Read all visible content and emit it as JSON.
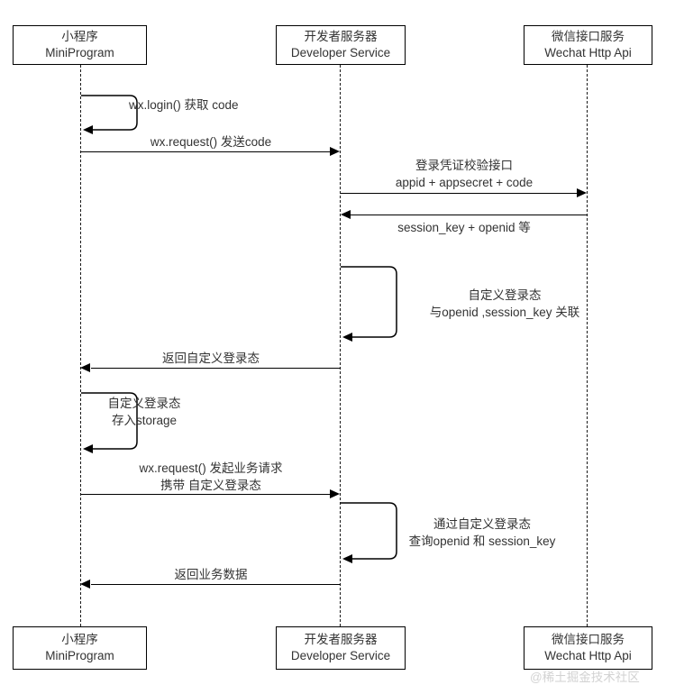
{
  "diagram": {
    "type": "sequence-diagram",
    "title": "WeChat MiniProgram Login Sequence",
    "stroke_color": "#000000",
    "text_color": "#333333",
    "background": "#ffffff"
  },
  "participants": [
    {
      "id": "miniprogram",
      "name_cn": "小程序",
      "name_en": "MiniProgram"
    },
    {
      "id": "developer_service",
      "name_cn": "开发者服务器",
      "name_en": "Developer Service"
    },
    {
      "id": "wechat_api",
      "name_cn": "微信接口服务",
      "name_en": "Wechat Http Api"
    }
  ],
  "messages": [
    {
      "index": 1,
      "kind": "self",
      "from": "miniprogram",
      "to": "miniprogram",
      "line1": "wx.login() 获取 code",
      "line2": ""
    },
    {
      "index": 2,
      "kind": "call",
      "direction": "right",
      "from": "miniprogram",
      "to": "developer_service",
      "line1": "wx.request() 发送code",
      "line2": ""
    },
    {
      "index": 3,
      "kind": "call",
      "direction": "right",
      "from": "developer_service",
      "to": "wechat_api",
      "line1": "登录凭证校验接口",
      "line2": "appid + appsecret + code"
    },
    {
      "index": 4,
      "kind": "return",
      "direction": "left",
      "from": "wechat_api",
      "to": "developer_service",
      "line1": "session_key + openid 等",
      "line2": ""
    },
    {
      "index": 5,
      "kind": "self",
      "from": "developer_service",
      "to": "developer_service",
      "line1": "自定义登录态",
      "line2": "与openid ,session_key 关联"
    },
    {
      "index": 6,
      "kind": "return",
      "direction": "left",
      "from": "developer_service",
      "to": "miniprogram",
      "line1": "返回自定义登录态",
      "line2": ""
    },
    {
      "index": 7,
      "kind": "self",
      "from": "miniprogram",
      "to": "miniprogram",
      "line1": "自定义登录态",
      "line2": "存入storage"
    },
    {
      "index": 8,
      "kind": "call",
      "direction": "right",
      "from": "miniprogram",
      "to": "developer_service",
      "line1": "wx.request() 发起业务请求",
      "line2": "携带 自定义登录态"
    },
    {
      "index": 9,
      "kind": "self",
      "from": "developer_service",
      "to": "developer_service",
      "line1": "通过自定义登录态",
      "line2": "查询openid 和 session_key"
    },
    {
      "index": 10,
      "kind": "return",
      "direction": "left",
      "from": "developer_service",
      "to": "miniprogram",
      "line1": "返回业务数据",
      "line2": ""
    }
  ],
  "watermark": {
    "text": "@稀土掘金技术社区",
    "color": "#d2d2d2"
  }
}
